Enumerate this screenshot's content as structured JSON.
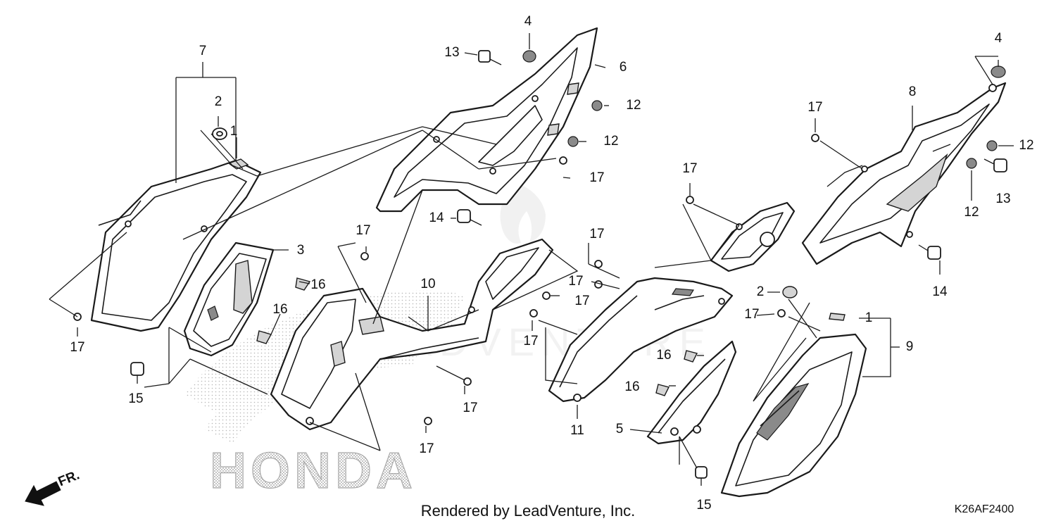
{
  "diagram": {
    "code": "K26AF2400",
    "credit": "Rendered by LeadVenture, Inc.",
    "front_marker": "FR.",
    "watermark_word": "HONDA",
    "watermark_center": "LEADVENTURE"
  },
  "callouts": [
    {
      "id": "c7",
      "text": "7"
    },
    {
      "id": "c2a",
      "text": "2"
    },
    {
      "id": "c1a",
      "text": "1"
    },
    {
      "id": "c17a",
      "text": "17"
    },
    {
      "id": "c3",
      "text": "3"
    },
    {
      "id": "c16a",
      "text": "16"
    },
    {
      "id": "c16b",
      "text": "16"
    },
    {
      "id": "c15a",
      "text": "15"
    },
    {
      "id": "c13a",
      "text": "13"
    },
    {
      "id": "c4a",
      "text": "4"
    },
    {
      "id": "c6",
      "text": "6"
    },
    {
      "id": "c12a",
      "text": "12"
    },
    {
      "id": "c12b",
      "text": "12"
    },
    {
      "id": "c17b",
      "text": "17"
    },
    {
      "id": "c14a",
      "text": "14"
    },
    {
      "id": "c17c",
      "text": "17"
    },
    {
      "id": "c10",
      "text": "10"
    },
    {
      "id": "c17d",
      "text": "17"
    },
    {
      "id": "c17e",
      "text": "17"
    },
    {
      "id": "c17f",
      "text": "17"
    },
    {
      "id": "c17g",
      "text": "17"
    },
    {
      "id": "c17h",
      "text": "17"
    },
    {
      "id": "c17i",
      "text": "17"
    },
    {
      "id": "c17j",
      "text": "17"
    },
    {
      "id": "c11",
      "text": "11"
    },
    {
      "id": "c16c",
      "text": "16"
    },
    {
      "id": "c16d",
      "text": "16"
    },
    {
      "id": "c5",
      "text": "5"
    },
    {
      "id": "c15b",
      "text": "15"
    },
    {
      "id": "c2b",
      "text": "2"
    },
    {
      "id": "c17k",
      "text": "17"
    },
    {
      "id": "c1b",
      "text": "1"
    },
    {
      "id": "c9",
      "text": "9"
    },
    {
      "id": "c4b",
      "text": "4"
    },
    {
      "id": "c8",
      "text": "8"
    },
    {
      "id": "c17l",
      "text": "17"
    },
    {
      "id": "c12c",
      "text": "12"
    },
    {
      "id": "c13b",
      "text": "13"
    },
    {
      "id": "c12d",
      "text": "12"
    },
    {
      "id": "c14b",
      "text": "14"
    }
  ]
}
